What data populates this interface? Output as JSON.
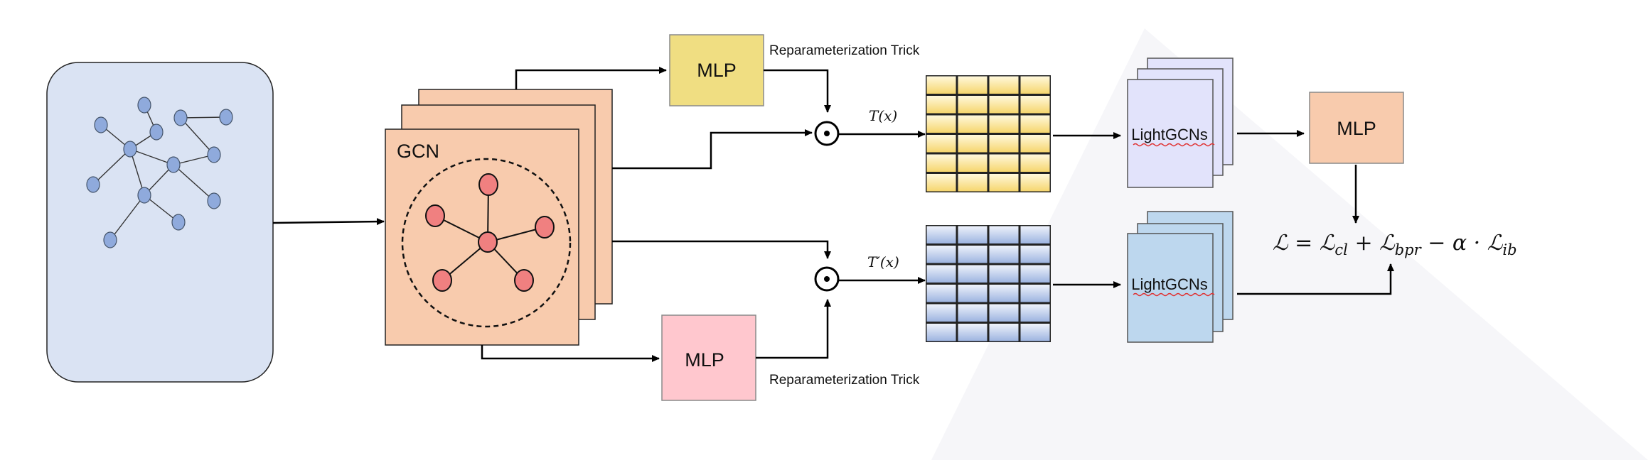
{
  "gcn": {
    "label": "GCN"
  },
  "mlp_top": {
    "label": "MLP"
  },
  "mlp_bottom": {
    "label": "MLP"
  },
  "mlp_right": {
    "label": "MLP"
  },
  "reparam_top": "Reparameterization Trick",
  "reparam_bottom": "Reparameterization Trick",
  "transform_top": "T(x)",
  "transform_bottom": "T′(x)",
  "lightgcn_top": "LightGCNs",
  "lightgcn_bottom": "LightGCNs",
  "operator_symbol": "⊙",
  "loss_formula": "ℒ = ℒcl + ℒbpr − α · ℒib",
  "colors": {
    "graph_panel": "#dae3f3",
    "graph_node": "#8faadc",
    "gcn_fill": "#f8cbad",
    "gcn_node": "#f08080",
    "mlp_top": "#f0de82",
    "mlp_bottom": "#ffc7ce",
    "mlp_right": "#f8cbad",
    "grid_top": "#ffe699",
    "grid_bottom": "#b4c7e7",
    "lightgcn_top": "#e2e3fb",
    "lightgcn_bottom": "#bdd7ee"
  }
}
